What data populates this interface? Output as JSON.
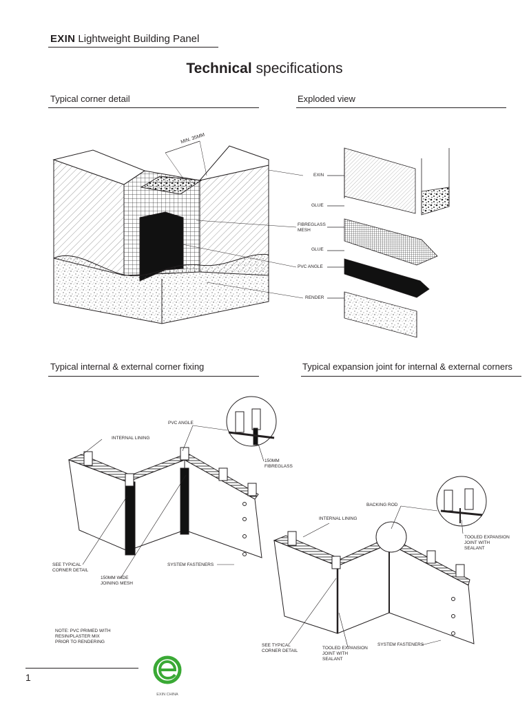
{
  "header": {
    "brand": "EXIN",
    "subtitle": "Lightweight Building Panel"
  },
  "title": {
    "bold": "Technical",
    "rest": "specifications"
  },
  "sections": {
    "corner_detail": "Typical corner detail",
    "exploded_view": "Exploded view",
    "corner_fixing": "Typical internal & external corner fixing",
    "expansion_joint": "Typical expansion joint for internal & external corners"
  },
  "corner_detail": {
    "dimension": "Min. 35mm"
  },
  "exploded_labels": {
    "exin": "EXIN",
    "glue1": "GLUE",
    "fibreglass": "FIBREGLASS\nMESH",
    "glue2": "GLUE",
    "pvc_angle": "PVC ANGLE",
    "render": "RENDER"
  },
  "fixing_labels": {
    "pvc_angle": "PVC ANGLE",
    "internal_lining": "INTERNAL LINING",
    "fibreglass": "150mm\nFIBREGLASS",
    "see_corner": "SEE TYPICAL\nCORNER DETAIL",
    "joining_mesh": "150mm WIDE\nJOINING MESH",
    "fasteners": "SYSTEM FASTENERS",
    "note": "NOTE: PVC PRIMED WITH\nRESIN/PLASTER MIX\nPRIOR TO RENDERING"
  },
  "expansion_labels": {
    "backing_rod": "BACKING ROD",
    "internal_lining": "INTERNAL LINING",
    "tooled_joint": "TOOLED EXPANSION\nJOINT WITH\nSEALANT",
    "see_corner": "SEE TYPICAL\nCORNER DETAIL",
    "tooled_joint2": "TOOLED EXPANSION\nJOINT WITH\nSEALANT",
    "fasteners": "SYSTEM FASTENERS"
  },
  "footer": {
    "page": "1",
    "logo_text": "EXIN CHINA",
    "logo_color": "#3aa935"
  }
}
